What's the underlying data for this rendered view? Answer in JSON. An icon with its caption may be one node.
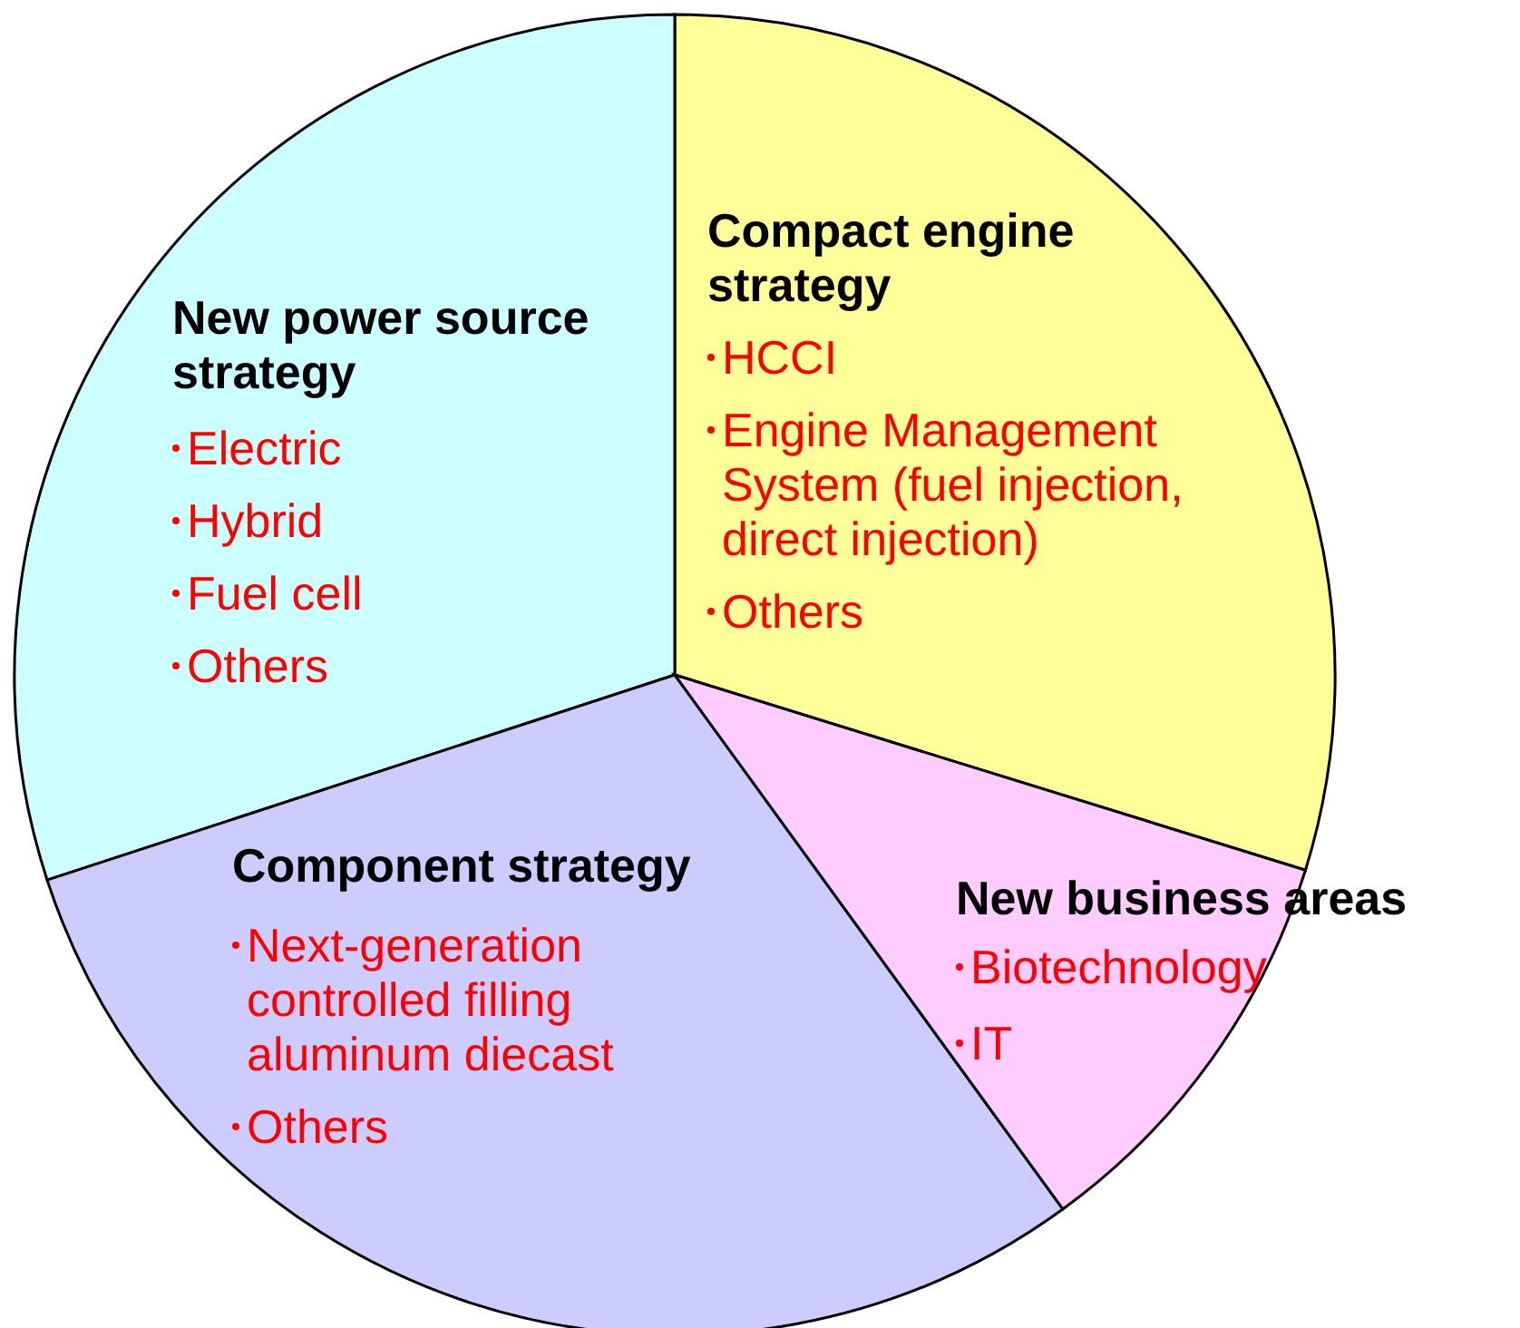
{
  "diagram": {
    "nodes": [
      {
        "text": [
          "Compact engine strategy",
          "HCCI",
          "Engine Management System (fuel injection, direct injection)",
          "Others"
        ]
      },
      {
        "text": [
          "New power source strategy",
          "Electric",
          "Hybrid",
          "Fuel cell",
          "Others"
        ]
      },
      {
        "text": [
          "Component strategy",
          "Next-generation controlled filling aluminum diecast",
          "Others"
        ]
      },
      {
        "text": [
          "New business areas",
          "Biotechnology",
          "IT"
        ]
      }
    ]
  }
}
